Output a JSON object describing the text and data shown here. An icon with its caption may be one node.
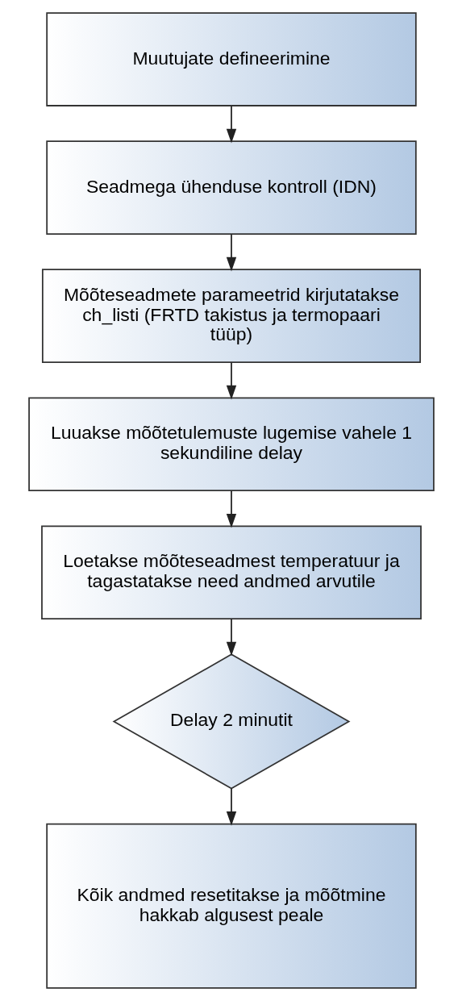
{
  "diagram": {
    "nodes": [
      {
        "text": [
          "Muutujate defineerimine"
        ]
      },
      {
        "text": [
          "Seadmega ühenduse kontroll (IDN)"
        ]
      },
      {
        "text": [
          "Mõõteseadmete parameetrid kirjutatakse ch_listi (FRTD takistus ja termopaari tüüp)"
        ]
      },
      {
        "text": [
          "Luuakse mõõtetulemuste lugemise vahele 1 sekundiline delay"
        ]
      },
      {
        "text": [
          "Loetakse mõõteseadmest temperatuur ja tagastatakse need andmed arvutile"
        ]
      },
      {
        "text": [
          "Delay 2 minutit"
        ]
      },
      {
        "text": [
          "Kõik andmed resetitakse ja mõõtmine hakkab algusest peale"
        ]
      }
    ],
    "edges": [
      {
        "from": 0,
        "to": 1,
        "arrow": "to"
      },
      {
        "from": 1,
        "to": 2,
        "arrow": "to"
      },
      {
        "from": 2,
        "to": 3,
        "arrow": "to"
      },
      {
        "from": 3,
        "to": 4,
        "arrow": "to"
      },
      {
        "from": 4,
        "to": 5,
        "arrow": "to"
      },
      {
        "from": 5,
        "to": 6,
        "arrow": "to"
      }
    ]
  }
}
